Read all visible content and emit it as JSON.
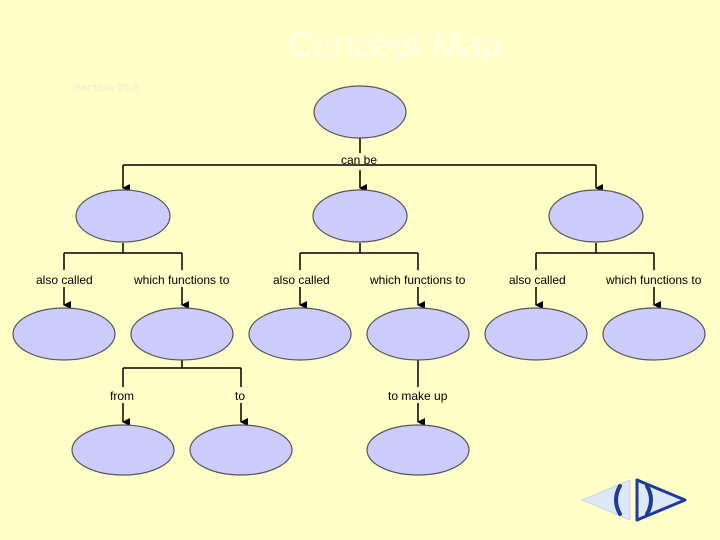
{
  "slide": {
    "title": "Concept Map",
    "section": "Section 35-3"
  },
  "links": {
    "can_be": "can be",
    "also_called_1": "also called",
    "functions_1": "which functions to",
    "also_called_2": "also called",
    "functions_2": "which functions to",
    "also_called_3": "also called",
    "functions_3": "which functions to",
    "from": "from",
    "to": "to",
    "to_make_up": "to make up"
  },
  "colors": {
    "background": "#ffffc8",
    "node_fill": "#ccccff",
    "node_stroke": "#555555",
    "nav_button": "#dde8f8"
  },
  "navigation": {
    "back_icon": "back-arrow-icon",
    "forward_icon": "forward-arrow-icon"
  }
}
